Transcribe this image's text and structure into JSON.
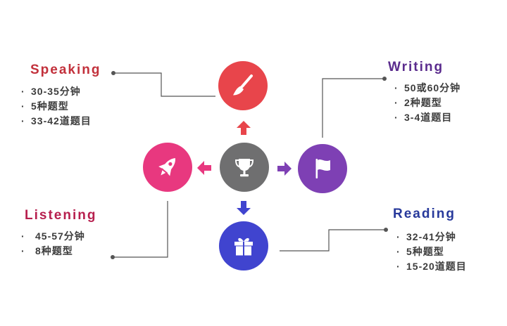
{
  "sections": {
    "speaking": {
      "title": "Speaking",
      "items": [
        "30-35分钟",
        "5种题型",
        "33-42道题目"
      ],
      "color": "#c2303b"
    },
    "writing": {
      "title": "Writing",
      "items": [
        "50或60分钟",
        "2种题型",
        "3-4道题目"
      ],
      "color": "#5a2b8d"
    },
    "listening": {
      "title": "Listening",
      "items": [
        "45-57分钟",
        "8种题型"
      ],
      "color": "#b71f4e"
    },
    "reading": {
      "title": "Reading",
      "items": [
        "32-41分钟",
        "5种题型",
        "15-20道题目"
      ],
      "color": "#27399b"
    }
  },
  "nodes": {
    "top": {
      "icon": "paintbrush-icon",
      "color": "#e8454b"
    },
    "left": {
      "icon": "rocket-icon",
      "color": "#e8387f"
    },
    "center": {
      "icon": "trophy-icon",
      "color": "#6f6f70"
    },
    "right": {
      "icon": "flag-icon",
      "color": "#7e40b4"
    },
    "bottom": {
      "icon": "gift-icon",
      "color": "#4044cf"
    }
  },
  "connector_color": "#555555"
}
